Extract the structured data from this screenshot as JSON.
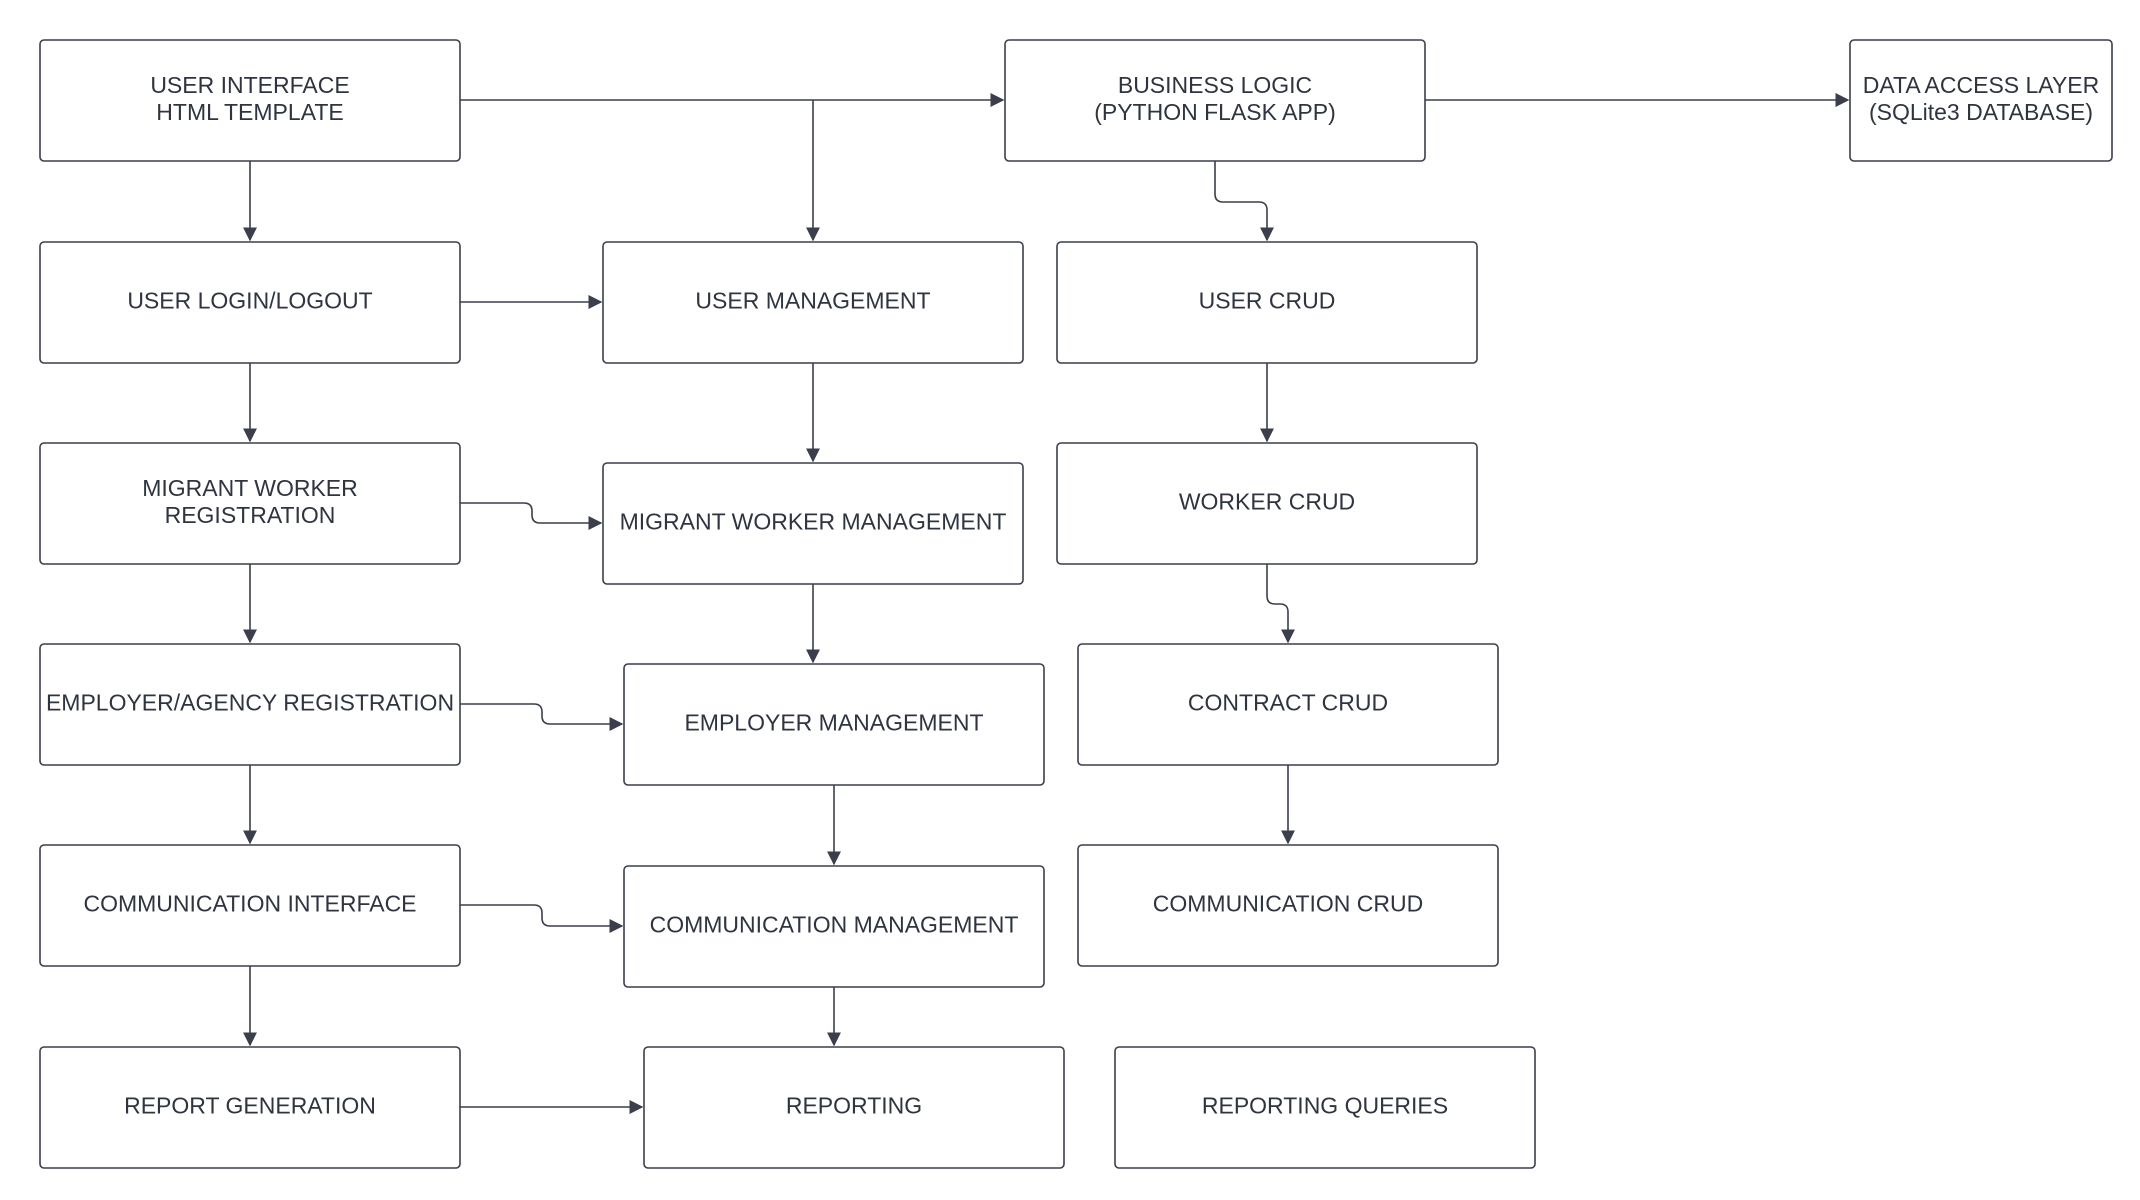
{
  "diagram": {
    "line_color": "#3a3f4b",
    "text_color": "#2e3440",
    "nodes": {
      "ui": {
        "lines": [
          "USER INTERFACE",
          "HTML TEMPLATE"
        ]
      },
      "bl": {
        "lines": [
          "BUSINESS LOGIC",
          "(PYTHON FLASK APP)"
        ]
      },
      "dal": {
        "lines": [
          "DATA ACCESS LAYER",
          "(SQLite3 DATABASE)"
        ]
      },
      "login": {
        "lines": [
          "USER LOGIN/LOGOUT"
        ]
      },
      "umgmt": {
        "lines": [
          "USER MANAGEMENT"
        ]
      },
      "ucrud": {
        "lines": [
          "USER CRUD"
        ]
      },
      "mwreg": {
        "lines": [
          "MIGRANT WORKER",
          "REGISTRATION"
        ]
      },
      "mwmgmt": {
        "lines": [
          "MIGRANT WORKER MANAGEMENT"
        ]
      },
      "wcrud": {
        "lines": [
          "WORKER CRUD"
        ]
      },
      "empreg": {
        "lines": [
          "EMPLOYER/AGENCY REGISTRATION"
        ]
      },
      "empmgmt": {
        "lines": [
          "EMPLOYER MANAGEMENT"
        ]
      },
      "ccrud": {
        "lines": [
          "CONTRACT CRUD"
        ]
      },
      "comif": {
        "lines": [
          "COMMUNICATION INTERFACE"
        ]
      },
      "commgmt": {
        "lines": [
          "COMMUNICATION MANAGEMENT"
        ]
      },
      "comcrud": {
        "lines": [
          "COMMUNICATION CRUD"
        ]
      },
      "repgen": {
        "lines": [
          "REPORT GENERATION"
        ]
      },
      "reporting": {
        "lines": [
          "REPORTING"
        ]
      },
      "repq": {
        "lines": [
          "REPORTING QUERIES"
        ]
      }
    },
    "edges": [
      {
        "from": "ui",
        "to": "bl"
      },
      {
        "from": "bl",
        "to": "dal"
      },
      {
        "from": "ui",
        "to": "umgmt"
      },
      {
        "from": "ui",
        "to": "login"
      },
      {
        "from": "bl",
        "to": "ucrud"
      },
      {
        "from": "login",
        "to": "umgmt"
      },
      {
        "from": "login",
        "to": "mwreg"
      },
      {
        "from": "umgmt",
        "to": "mwmgmt"
      },
      {
        "from": "ucrud",
        "to": "wcrud"
      },
      {
        "from": "mwreg",
        "to": "mwmgmt"
      },
      {
        "from": "mwreg",
        "to": "empreg"
      },
      {
        "from": "mwmgmt",
        "to": "empmgmt"
      },
      {
        "from": "wcrud",
        "to": "ccrud"
      },
      {
        "from": "empreg",
        "to": "empmgmt"
      },
      {
        "from": "empreg",
        "to": "comif"
      },
      {
        "from": "empmgmt",
        "to": "commgmt"
      },
      {
        "from": "ccrud",
        "to": "comcrud"
      },
      {
        "from": "comif",
        "to": "commgmt"
      },
      {
        "from": "comif",
        "to": "repgen"
      },
      {
        "from": "commgmt",
        "to": "reporting"
      },
      {
        "from": "repgen",
        "to": "reporting"
      }
    ]
  }
}
